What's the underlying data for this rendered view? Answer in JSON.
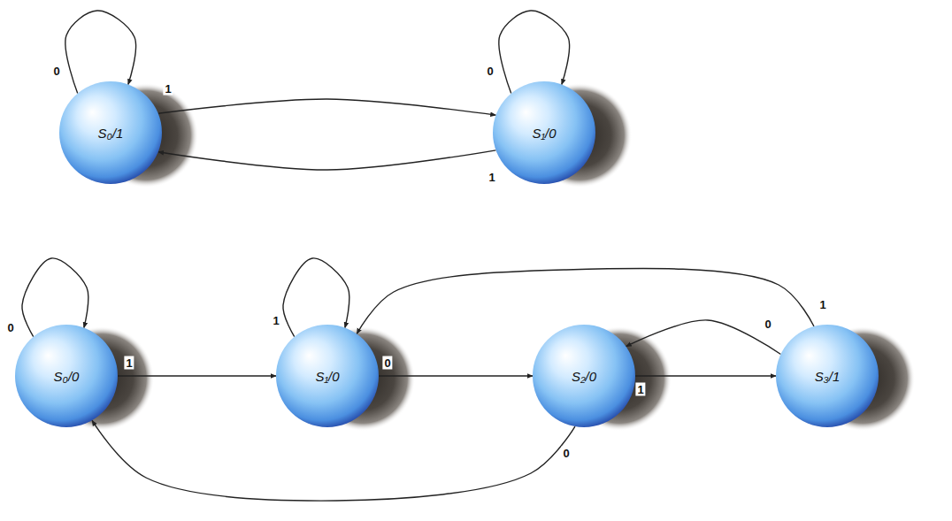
{
  "diagram": {
    "nodes": [
      {
        "text": [
          "S₀/1"
        ]
      },
      {
        "text": [
          "S₁/0"
        ]
      },
      {
        "text": [
          "S₀/0"
        ]
      },
      {
        "text": [
          "S₁/0"
        ]
      },
      {
        "text": [
          "S₂/0"
        ]
      },
      {
        "text": [
          "S₃/1"
        ]
      }
    ],
    "edges": [
      {
        "from": 0,
        "to": 0,
        "label": "0",
        "arrow": "to"
      },
      {
        "from": 0,
        "to": 1,
        "label": "1",
        "arrow": "to"
      },
      {
        "from": 1,
        "to": 1,
        "label": "0",
        "arrow": "to"
      },
      {
        "from": 1,
        "to": 0,
        "label": "1",
        "arrow": "to"
      },
      {
        "from": 2,
        "to": 2,
        "label": "0",
        "arrow": "to"
      },
      {
        "from": 2,
        "to": 3,
        "label": "1",
        "arrow": "to"
      },
      {
        "from": 3,
        "to": 3,
        "label": "1",
        "arrow": "to"
      },
      {
        "from": 3,
        "to": 4,
        "label": "0",
        "arrow": "to"
      },
      {
        "from": 4,
        "to": 5,
        "label": "1",
        "arrow": "to"
      },
      {
        "from": 4,
        "to": 2,
        "label": "0",
        "arrow": "to"
      },
      {
        "from": 5,
        "to": 4,
        "label": "0",
        "arrow": "to"
      },
      {
        "from": 5,
        "to": 3,
        "label": "1",
        "arrow": "to"
      }
    ]
  }
}
